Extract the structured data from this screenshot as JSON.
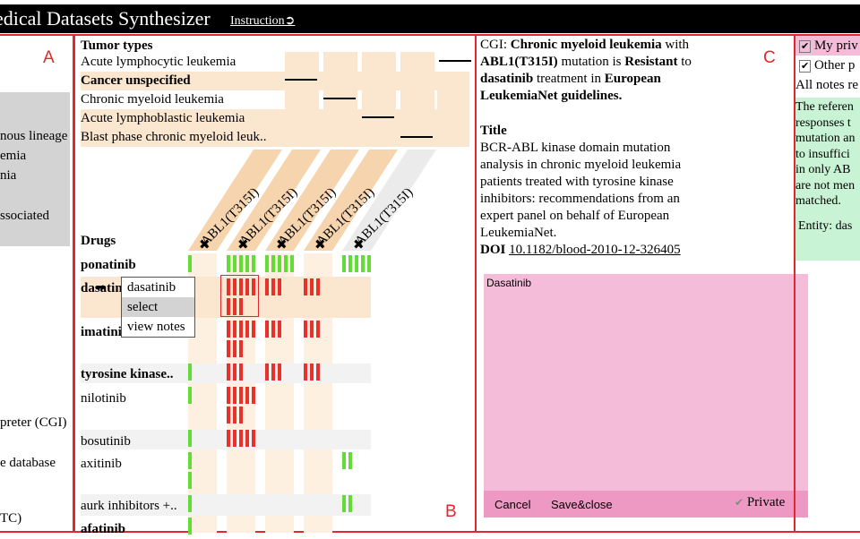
{
  "header": {
    "title": "edical Datasets Synthesizer",
    "instruction_label": "Instruction➲"
  },
  "panel_a": {
    "letter": "A",
    "items": [
      "nous lineage",
      "emia",
      "nia",
      "ssociated",
      "preter (CGI)",
      "e database",
      "TC)"
    ]
  },
  "panel_b": {
    "letter": "B",
    "tumor_header": "Tumor types",
    "tumors": [
      "Acute lymphocytic leukemia",
      "Cancer unspecified",
      "Chronic myeloid leukemia",
      "Acute lymphoblastic leukemia",
      "Blast phase chronic myeloid leuk.."
    ],
    "column_labels": [
      "ABL1(T315I)",
      "ABL1(T315I)",
      "ABL1(T315I)",
      "ABL1(T315I)",
      "ABL1(T315I)"
    ],
    "column_marker": "✖",
    "drugs_header": "Drugs",
    "drugs": [
      "ponatinib",
      "dasatinib",
      "imatinib",
      "tyrosine kinase..",
      "nilotinib",
      "bosutinib",
      "axitinib",
      "aurk inhibitors +..",
      "afatinib"
    ],
    "context_menu": [
      "dasatinib",
      "select",
      "view notes"
    ]
  },
  "panel_c": {
    "letter": "C",
    "summary_prefix": "CGI: ",
    "summary_disease": "Chronic myeloid leukemia",
    "summary_with": " with",
    "summary_gene": "ABL1(T315I)",
    "summary_mid": " mutation is ",
    "summary_response": "Resistant",
    "summary_to": " to",
    "summary_drug": "dasatinib",
    "summary_in": " treatment in ",
    "summary_source": "European LeukemiaNet guidelines.",
    "title_label": "Title",
    "title_lines": [
      "BCR-ABL kinase domain mutation",
      "analysis in chronic myeloid leukemia",
      "patients treated with tyrosine kinase",
      "inhibitors: recommendations from an",
      "expert panel on behalf of European",
      "LeukemiaNet."
    ],
    "doi_label": "DOI",
    "doi_value": "10.1182/blood-2010-12-326405",
    "note_text": "Dasatinib",
    "cancel_label": "Cancel",
    "save_label": "Save&close",
    "private_label": "Private"
  },
  "panel_d": {
    "checkbox_my": "My priv",
    "checkbox_other": "Other p",
    "all_notes": "All notes re",
    "note_lines": [
      "The referen",
      "responses t",
      "mutation an",
      "to insuffici",
      "in only AB",
      "are not men",
      "matched."
    ],
    "entity": "Entity: das"
  },
  "colors": {
    "accent_red": "#e0282e",
    "sensitive_green": "#62dc36",
    "resistant_red": "#e8312a",
    "note_pink": "#f4bcd8",
    "band_orange": "#fbe6cf"
  }
}
